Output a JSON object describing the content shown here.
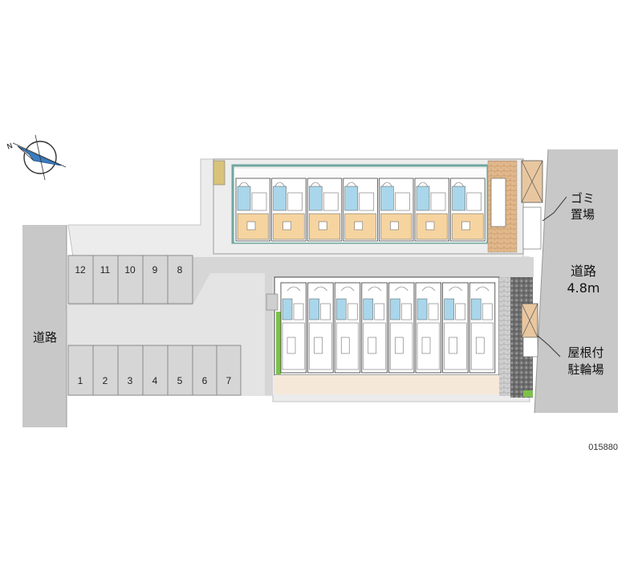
{
  "labels": {
    "road_left": "道路",
    "road_right": "道路",
    "road_right_width": "4.8m",
    "garbage_line1": "ゴミ",
    "garbage_line2": "置場",
    "bike_line1": "屋根付",
    "bike_line2": "駐輪場",
    "ref_code": "015880"
  },
  "parking": {
    "top_row": [
      "12",
      "11",
      "10",
      "9",
      "8"
    ],
    "bottom_row": [
      "1",
      "2",
      "3",
      "4",
      "5",
      "6",
      "7"
    ]
  },
  "colors": {
    "road": "#c8c8c8",
    "lot": "#d9d9d9",
    "building": "#ffffff",
    "unit_room": "#f6d4a0",
    "unit_bath": "#a9d6ea",
    "teal_border": "#6fa8a0",
    "planter": "#7cc24a",
    "storage": "#e8c7a0",
    "paving": "#7a7a7a"
  },
  "icons": {
    "north_arrow": "compass-north-icon"
  },
  "units": {
    "top_building_count": 7,
    "bottom_building_count": 8
  }
}
